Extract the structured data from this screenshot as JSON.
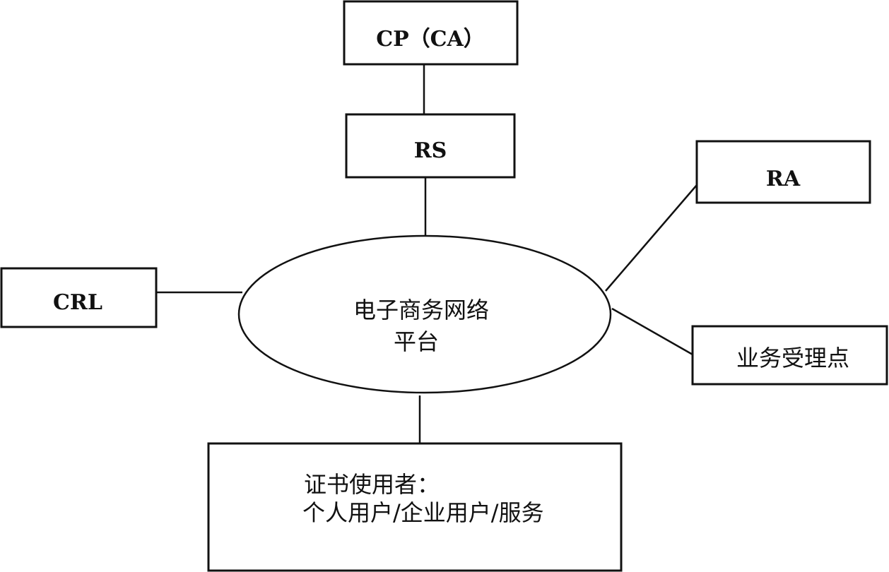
{
  "diagram": {
    "nodes": {
      "cp_ca": {
        "label": "CP（CA）"
      },
      "rs": {
        "label": "RS"
      },
      "ra": {
        "label": "RA"
      },
      "crl": {
        "label": "CRL"
      },
      "platform": {
        "line1": "电子商务网络",
        "line2": "平台"
      },
      "acceptance": {
        "label": "业务受理点"
      },
      "users": {
        "line1": "证书使用者：",
        "line2": "个人用户/企业用户/服务"
      }
    },
    "edges": [
      [
        "cp_ca",
        "rs"
      ],
      [
        "rs",
        "platform"
      ],
      [
        "platform",
        "ra"
      ],
      [
        "platform",
        "crl"
      ],
      [
        "platform",
        "acceptance"
      ],
      [
        "platform",
        "users"
      ]
    ]
  }
}
